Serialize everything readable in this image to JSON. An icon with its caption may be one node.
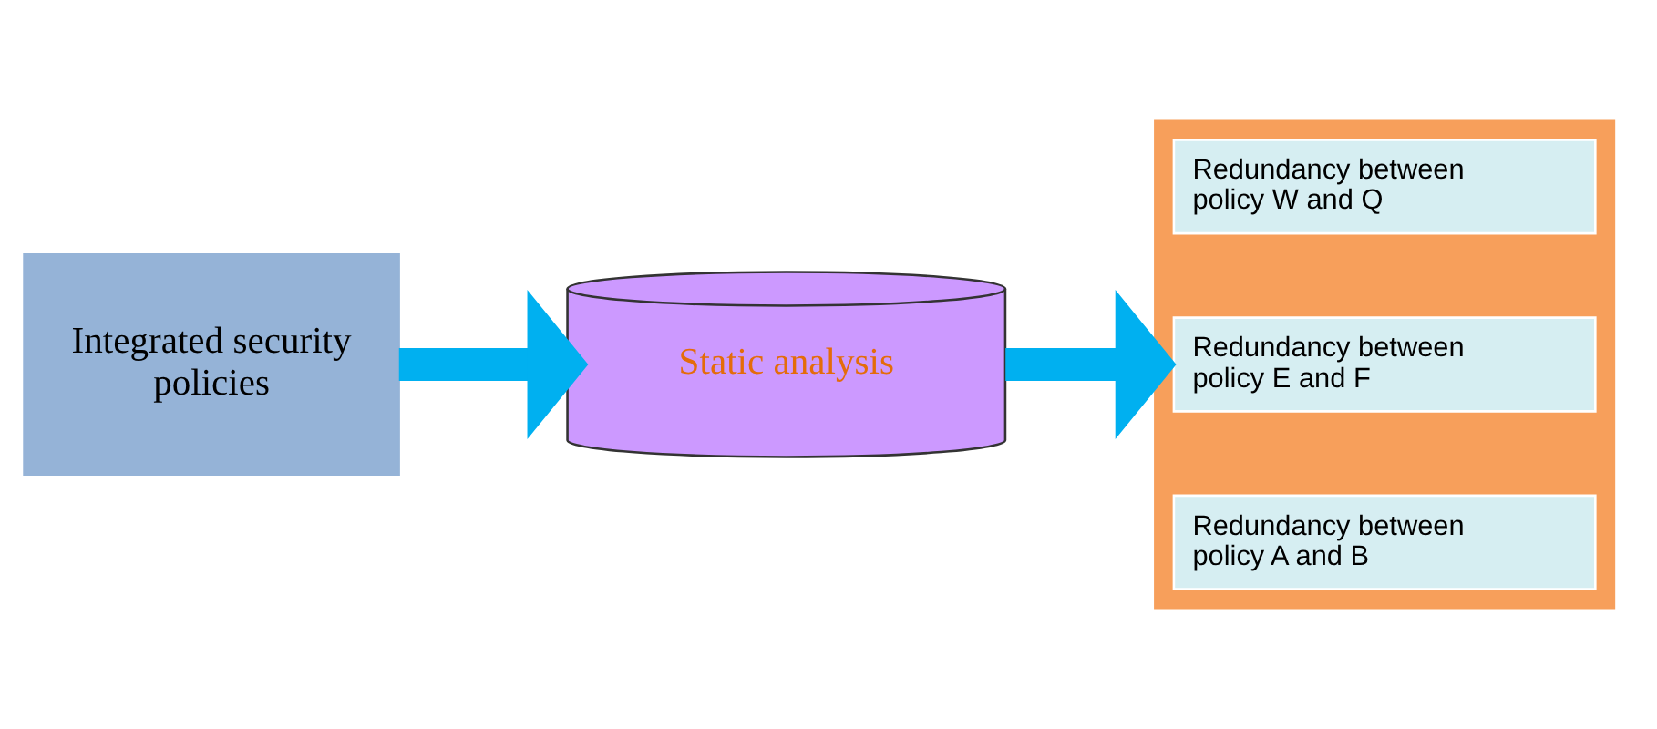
{
  "diagram": {
    "nodes": [
      {
        "text": [
          "Integrated security policies"
        ]
      },
      {
        "text": [
          "Static analysis"
        ]
      },
      {
        "text": [],
        "shape": "box"
      },
      {
        "text": [
          "Redundancy between policy A and B"
        ],
        "in": 2
      },
      {
        "text": [
          "Redundancy between policy E and F"
        ],
        "in": 2
      },
      {
        "text": [
          "Redundancy between policy W and Q"
        ],
        "in": 2
      }
    ],
    "edges": [
      {
        "from": 0,
        "to": 1,
        "arrow": "to"
      },
      {
        "from": 1,
        "to": 2,
        "arrow": "to"
      }
    ]
  }
}
